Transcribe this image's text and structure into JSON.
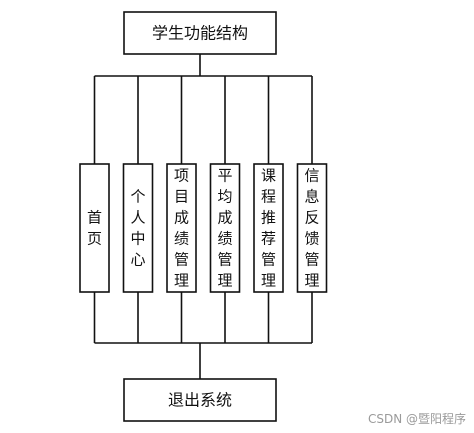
{
  "top_node": {
    "label": "学生功能结构"
  },
  "module_nodes": [
    {
      "id": "home",
      "label": "首页"
    },
    {
      "id": "personal-center",
      "label": "个人中心"
    },
    {
      "id": "project-grades",
      "label": "项目成绩管理"
    },
    {
      "id": "average-grades",
      "label": "平均成绩管理"
    },
    {
      "id": "course-recommend",
      "label": "课程推荐管理"
    },
    {
      "id": "feedback",
      "label": "信息反馈管理"
    }
  ],
  "bottom_node": {
    "label": "退出系统"
  },
  "watermark": "CSDN @暨阳程序"
}
